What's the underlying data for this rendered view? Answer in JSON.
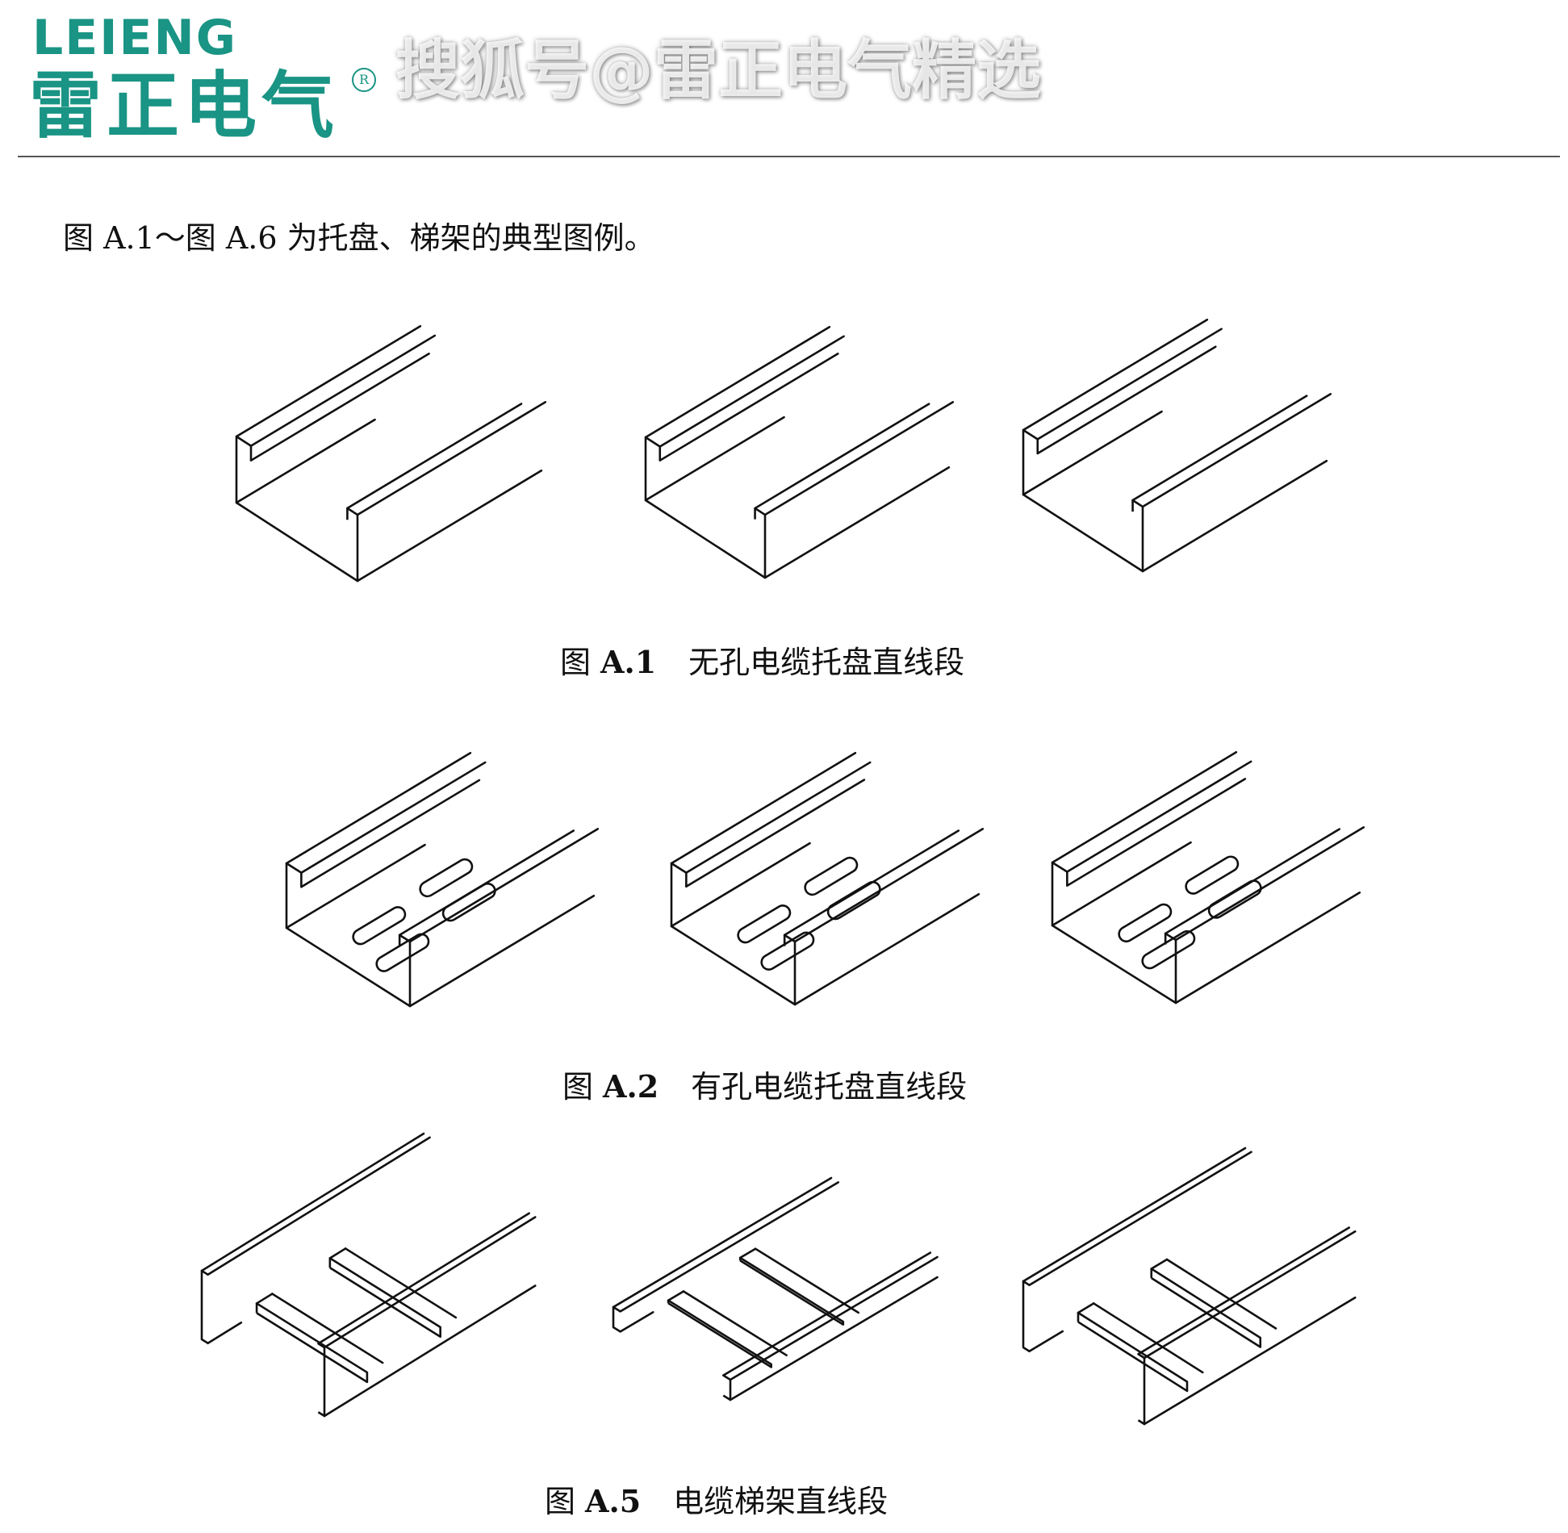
{
  "header": {
    "logo_text_en": "LEIENG",
    "logo_text_cn": "雷正电气",
    "logo_registered": "R",
    "watermark": "搜狐号@雷正电气精选",
    "brand_color": "#1a9484",
    "accent_color": "#e8622c"
  },
  "intro": "图 A.1～图 A.6 为托盘、梯架的典型图例。",
  "figures": [
    {
      "prefix": "图",
      "number": "A.1",
      "title": "无孔电缆托盘直线段"
    },
    {
      "prefix": "图",
      "number": "A.2",
      "title": "有孔电缆托盘直线段"
    },
    {
      "prefix": "图",
      "number": "A.5",
      "title": "电缆梯架直线段"
    }
  ]
}
